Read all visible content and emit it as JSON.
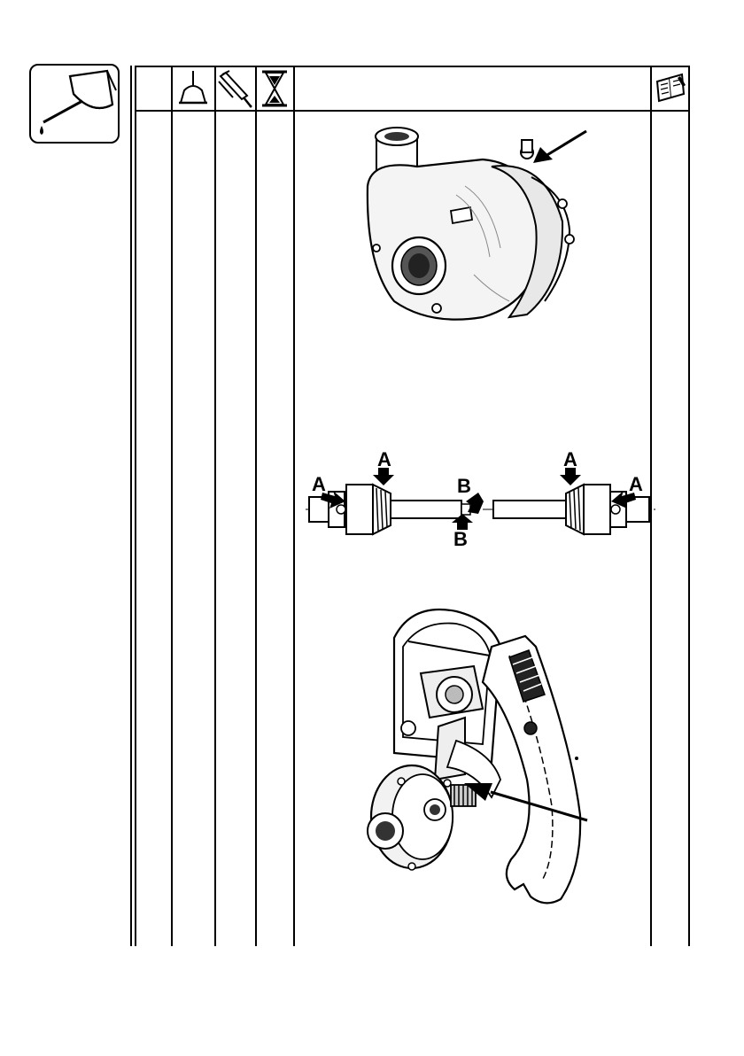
{
  "page": {
    "background": "#ffffff",
    "ink": "#000000"
  },
  "header": {
    "section_icon": "oil-can-lubrication-icon",
    "column_icons": [
      "grease-cup-icon",
      "grease-gun-icon",
      "hourglass-interval-icon",
      "manual-book-icon"
    ]
  },
  "figures": [
    {
      "name": "pump-grease-point",
      "icon": "centrifugal-pump-illustration"
    },
    {
      "name": "pto-shaft-grease-points",
      "icon": "pto-driveshaft-illustration",
      "labels": [
        "A",
        "A",
        "A",
        "A",
        "B",
        "B"
      ]
    },
    {
      "name": "gearbox-grease-point",
      "icon": "gearbox-pump-assembly-illustration"
    }
  ]
}
